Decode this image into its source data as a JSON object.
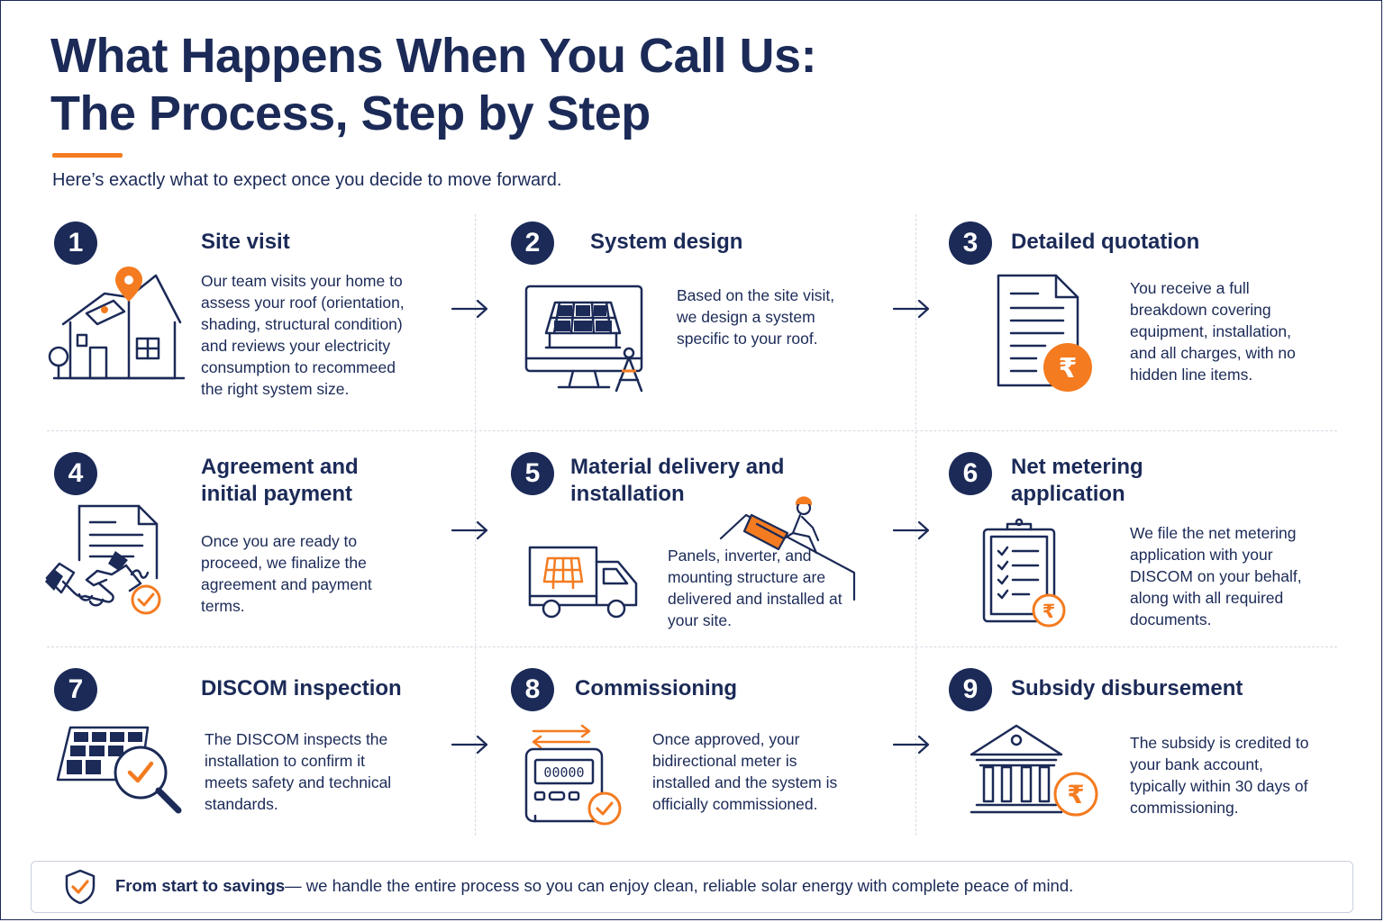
{
  "header": {
    "title_line1": "What Happens When You Call Us:",
    "title_line2": "The Process, Step by Step",
    "subtitle": "Here’s exactly what to expect once you decide to move forward."
  },
  "colors": {
    "navy": "#1b2a57",
    "accent": "#f47b20",
    "divider": "#d6dae3"
  },
  "steps": [
    {
      "num": "1",
      "title": "Site visit",
      "icon": "house-location-icon",
      "desc": "Our team visits your home to assess your roof (orientation, shading, structural condition) and reviews your electricity consumption to recommeed the right system size."
    },
    {
      "num": "2",
      "title": "System design",
      "icon": "monitor-solar-design-icon",
      "desc": "Based on the site visit, we design a system specific to your roof."
    },
    {
      "num": "3",
      "title": "Detailed quotation",
      "icon": "document-rupee-icon",
      "desc": "You receive a full breakdown covering equipment, installation, and all charges, with no hidden line items."
    },
    {
      "num": "4",
      "title": "Agreement and initial payment",
      "icon": "handshake-document-icon",
      "desc": "Once you are ready to proceed, we finalize the agreement and payment terms."
    },
    {
      "num": "5",
      "title": "Material delivery and installation",
      "icon": "delivery-truck-installer-icon",
      "desc": "Panels, inverter, and mounting structure are delivered and installed at your site."
    },
    {
      "num": "6",
      "title": "Net metering application",
      "icon": "clipboard-checklist-icon",
      "desc": "We file the net metering application with your DISCOM on your behalf, along with all required documents."
    },
    {
      "num": "7",
      "title": "DISCOM inspection",
      "icon": "solar-panel-magnifier-icon",
      "desc": "The DISCOM inspects the installation to confirm it meets safety and technical standards."
    },
    {
      "num": "8",
      "title": "Commissioning",
      "icon": "bidirectional-meter-icon",
      "meter_reading": "00000",
      "desc": "Once approved, your bidirectional meter is installed and the system is officially commissioned."
    },
    {
      "num": "9",
      "title": "Subsidy disbursement",
      "icon": "bank-rupee-icon",
      "desc": "The subsidy is credited to your bank account, typically within 30 days of commissioning."
    }
  ],
  "icons": {
    "arrow": "right-arrow-icon",
    "rupee": "₹",
    "shield": "shield-check-icon"
  },
  "footer": {
    "bold": "From start to savings",
    "text": "— we handle the entire process so you can enjoy clean, reliable solar energy with complete peace of mind."
  }
}
